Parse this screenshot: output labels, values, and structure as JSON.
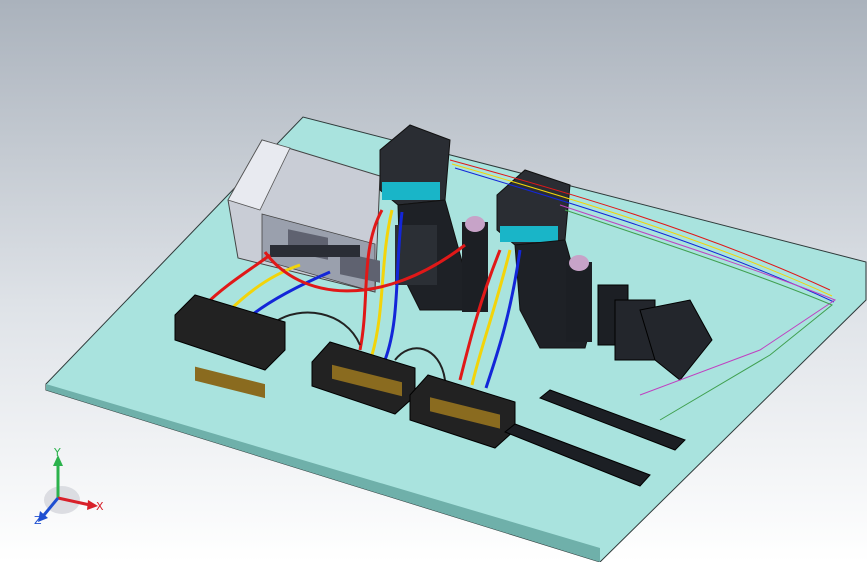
{
  "viewport": {
    "background_top": "#aab2bc",
    "background_bottom": "#ffffff",
    "plate_color": "#a9e3de"
  },
  "triad": {
    "x_label": "X",
    "y_label": "Y",
    "z_label": "Z",
    "x_color": "#d8202a",
    "y_color": "#2bb24c",
    "z_color": "#1f4fd1"
  },
  "wire_colors": {
    "red": "#e01818",
    "yellow": "#f2d40a",
    "blue": "#1326d8",
    "black": "#222222"
  }
}
